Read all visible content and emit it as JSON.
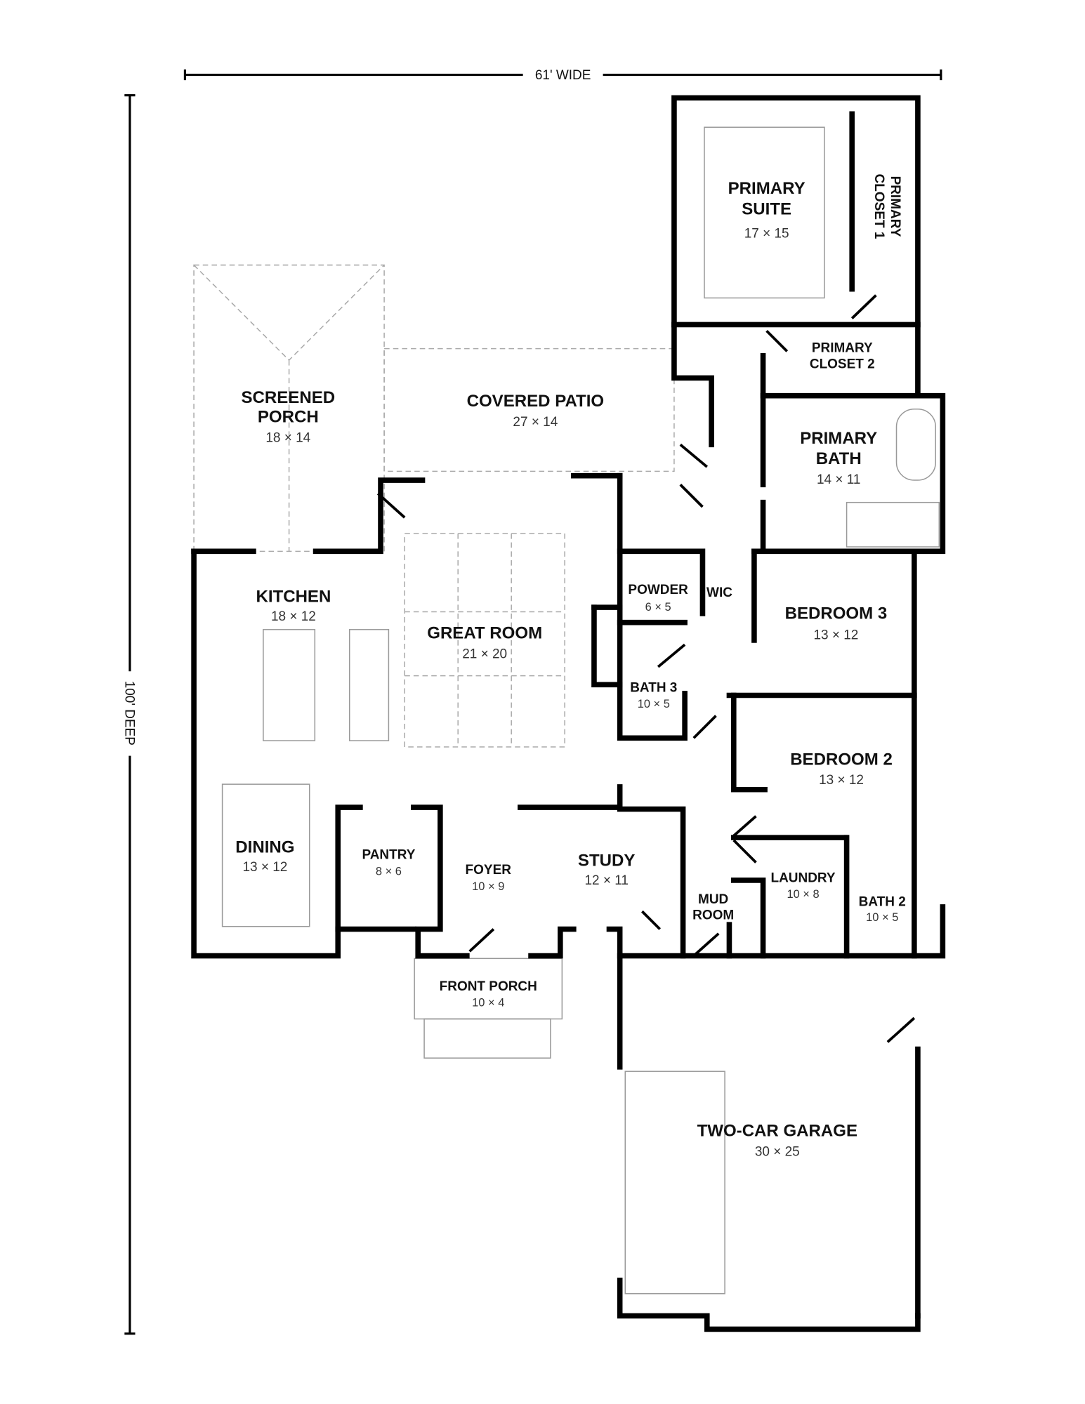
{
  "dimensions": {
    "width_label": "61' WIDE",
    "depth_label": "100' DEEP"
  },
  "rooms": {
    "primary_suite": {
      "name_1": "PRIMARY",
      "name_2": "SUITE",
      "size": "17 × 15"
    },
    "primary_closet_1": {
      "name_1": "PRIMARY",
      "name_2": "CLOSET 1"
    },
    "primary_closet_2": {
      "name_1": "PRIMARY",
      "name_2": "CLOSET 2"
    },
    "primary_bath": {
      "name_1": "PRIMARY",
      "name_2": "BATH",
      "size": "14 × 11"
    },
    "screened_porch": {
      "name_1": "SCREENED",
      "name_2": "PORCH",
      "size": "18 × 14"
    },
    "covered_patio": {
      "name": "COVERED PATIO",
      "size": "27 × 14"
    },
    "kitchen": {
      "name": "KITCHEN",
      "size": "18 × 12"
    },
    "great_room": {
      "name": "GREAT ROOM",
      "size": "21 × 20"
    },
    "powder": {
      "name": "POWDER",
      "size": "6 × 5"
    },
    "wic": {
      "name": "WIC"
    },
    "bedroom_3": {
      "name": "BEDROOM 3",
      "size": "13 × 12"
    },
    "bath_3": {
      "name": "BATH 3",
      "size": "10 × 5"
    },
    "bedroom_2": {
      "name": "BEDROOM 2",
      "size": "13 × 12"
    },
    "dining": {
      "name": "DINING",
      "size": "13 × 12"
    },
    "pantry": {
      "name": "PANTRY",
      "size": "8 × 6"
    },
    "foyer": {
      "name": "FOYER",
      "size": "10 × 9"
    },
    "study": {
      "name": "STUDY",
      "size": "12 × 11"
    },
    "mud_room": {
      "name_1": "MUD",
      "name_2": "ROOM"
    },
    "laundry": {
      "name": "LAUNDRY",
      "size": "10 × 8"
    },
    "bath_2": {
      "name": "BATH 2",
      "size": "10 × 5"
    },
    "front_porch": {
      "name": "FRONT PORCH",
      "size": "10 × 4"
    },
    "garage": {
      "name": "TWO-CAR GARAGE",
      "size": "30 × 25"
    }
  }
}
